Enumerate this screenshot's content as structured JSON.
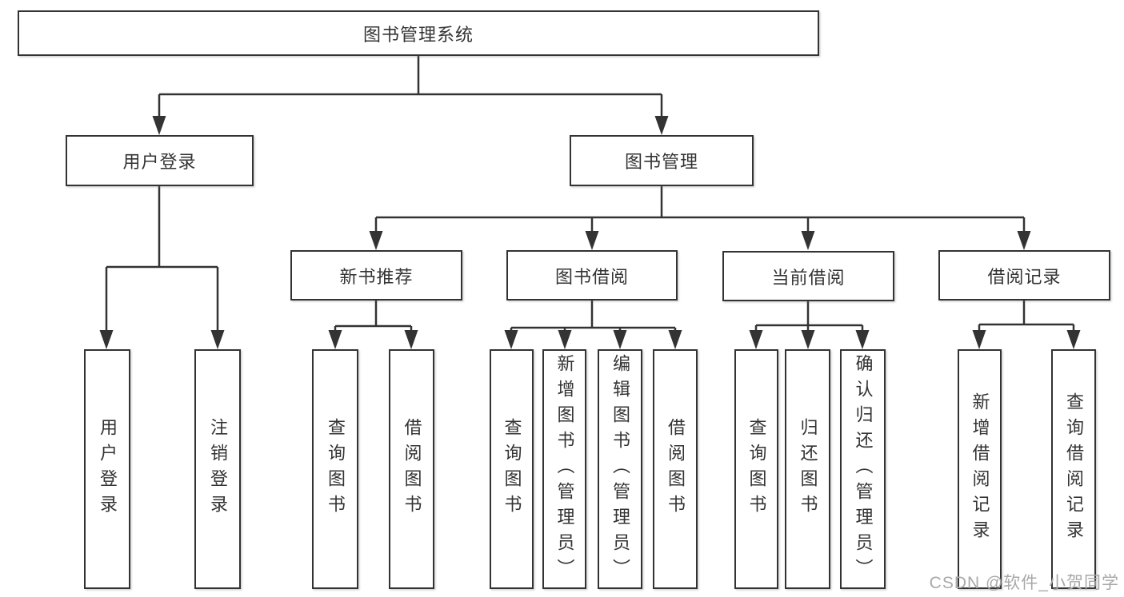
{
  "tree": {
    "root": {
      "label": "图书管理系统"
    },
    "branches": [
      {
        "label": "用户登录",
        "children": [
          {
            "label": "用户登录"
          },
          {
            "label": "注销登录"
          }
        ]
      },
      {
        "label": "图书管理",
        "children": [
          {
            "label": "新书推荐",
            "children": [
              {
                "label": "查询图书"
              },
              {
                "label": "借阅图书"
              }
            ]
          },
          {
            "label": "图书借阅",
            "children": [
              {
                "label": "查询图书"
              },
              {
                "label": "新增图书（管理员）"
              },
              {
                "label": "编辑图书（管理员）"
              },
              {
                "label": "借阅图书"
              }
            ]
          },
          {
            "label": "当前借阅",
            "children": [
              {
                "label": "查询图书"
              },
              {
                "label": "归还图书"
              },
              {
                "label": "确认归还（管理员）"
              }
            ]
          },
          {
            "label": "借阅记录",
            "children": [
              {
                "label": "新增借阅记录"
              },
              {
                "label": "查询借阅记录"
              }
            ]
          }
        ]
      }
    ]
  },
  "watermark": {
    "text": "CSDN @软件_小贺同学"
  },
  "colors": {
    "line": "#333333",
    "box_border": "#333333",
    "text": "#333333",
    "watermark": "#a8a8a8",
    "background": "#ffffff"
  }
}
